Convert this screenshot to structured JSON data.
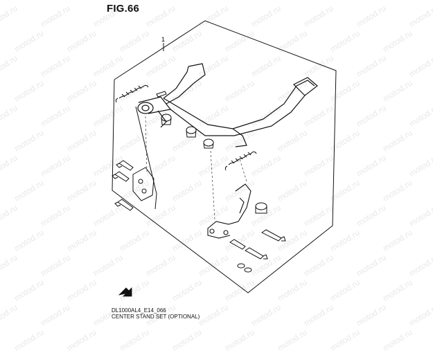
{
  "figure": {
    "title": "FIG.66",
    "ref_number": "1",
    "model_code": "DL1000AL4_E14_066",
    "caption": "CENTER STAND SET (OPTIONAL)"
  },
  "watermark": {
    "text": "motod.ru"
  },
  "icons": {
    "front_indicator": "front-arrow-icon"
  },
  "colors": {
    "line": "#111111",
    "watermark": "#e8e8e8",
    "background": "#ffffff"
  }
}
